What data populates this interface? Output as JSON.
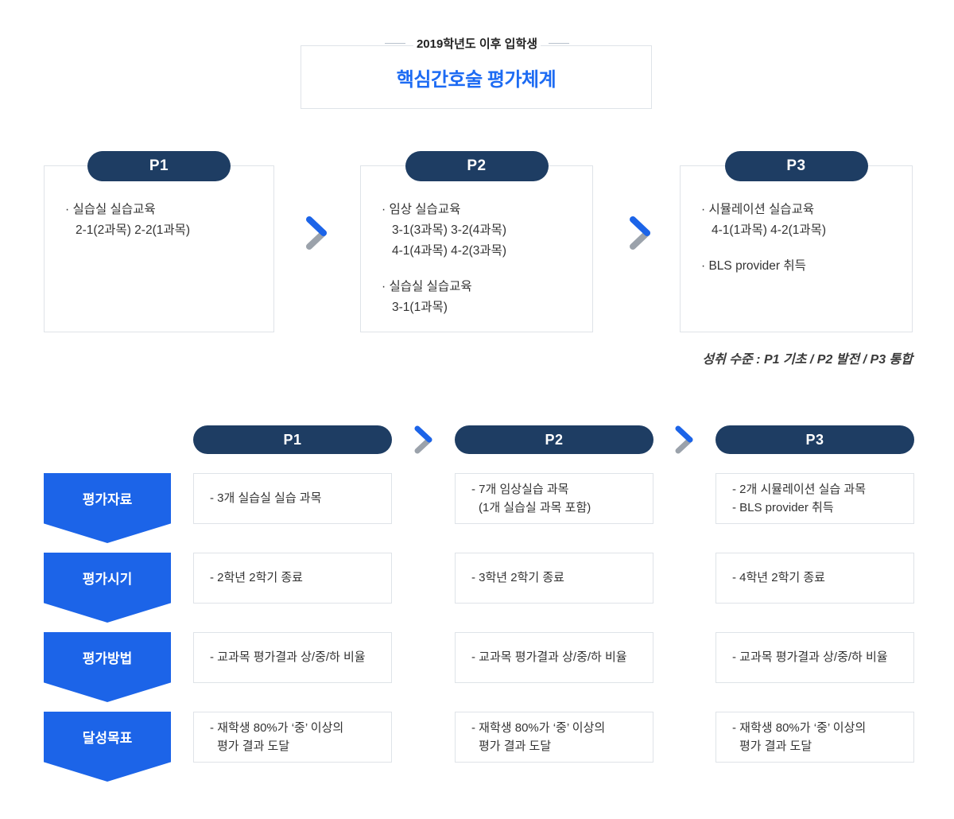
{
  "header": {
    "eyebrow": "2019학년도 이후 입학생",
    "title": "핵심간호술 평가체계"
  },
  "phases": [
    {
      "label": "P1",
      "items": [
        {
          "title": "· 실습실 실습교육",
          "lines": [
            "2-1(2과목) 2-2(1과목)"
          ]
        }
      ]
    },
    {
      "label": "P2",
      "items": [
        {
          "title": "· 임상 실습교육",
          "lines": [
            "3-1(3과목) 3-2(4과목)",
            "4-1(4과목) 4-2(3과목)"
          ]
        },
        {
          "title": "· 실습실 실습교육",
          "lines": [
            "3-1(1과목)"
          ]
        }
      ]
    },
    {
      "label": "P3",
      "items": [
        {
          "title": "· 시뮬레이션 실습교육",
          "lines": [
            "4-1(1과목) 4-2(1과목)"
          ]
        },
        {
          "title": "· BLS provider 취득",
          "lines": []
        }
      ]
    }
  ],
  "achievement_note": "성취 수준 : P1 기초 / P2  발전 / P3 통합",
  "table": {
    "columns": [
      "P1",
      "P2",
      "P3"
    ],
    "rows": [
      {
        "label": "평가자료",
        "cells": [
          [
            "- 3개 실습실 실습 과목"
          ],
          [
            "- 7개 임상실습 과목",
            "(1개 실습실 과목 포함)"
          ],
          [
            "- 2개 시뮬레이션 실습 과목",
            "- BLS provider 취득"
          ]
        ]
      },
      {
        "label": "평가시기",
        "cells": [
          [
            "- 2학년 2학기 종료"
          ],
          [
            "- 3학년 2학기 종료"
          ],
          [
            "- 4학년 2학기 종료"
          ]
        ]
      },
      {
        "label": "평가방법",
        "cells": [
          [
            "- 교과목 평가결과 상/중/하 비율"
          ],
          [
            "- 교과목 평가결과 상/중/하 비율"
          ],
          [
            "- 교과목 평가결과 상/중/하 비율"
          ]
        ]
      },
      {
        "label": "달성목표",
        "cells": [
          [
            "- 재학생 80%가 ‘중’ 이상의",
            "평가 결과 도달"
          ],
          [
            "- 재학생 80%가 ‘중’ 이상의",
            "평가 결과 도달"
          ],
          [
            "- 재학생 80%가 ‘중’ 이상의",
            "평가 결과 도달"
          ]
        ]
      }
    ]
  },
  "colors": {
    "navy": "#1e3d63",
    "blue": "#1c64e8",
    "title_blue": "#1d6bf3",
    "border": "#dfe3e8",
    "arrow_gray": "#9ba2ab"
  }
}
